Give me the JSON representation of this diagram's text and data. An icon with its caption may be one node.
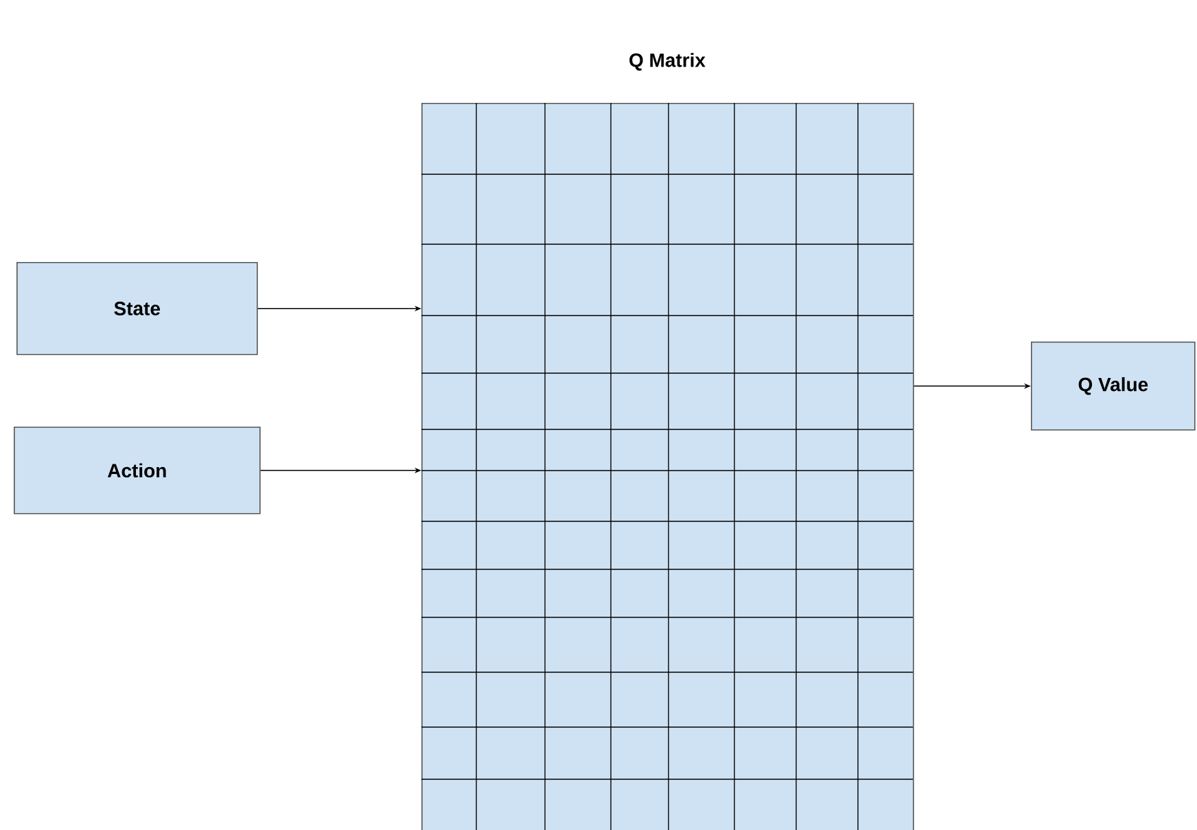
{
  "diagram": {
    "nodes": [
      {
        "text": [
          "Q Matrix"
        ]
      },
      {
        "text": [
          "State"
        ]
      },
      {
        "text": [
          "Action"
        ]
      },
      {
        "text": [
          "Q Value"
        ]
      }
    ],
    "edges": [
      {
        "from": 1,
        "to": 0,
        "arrow": "to"
      },
      {
        "from": 2,
        "to": 0,
        "arrow": "to"
      },
      {
        "from": 0,
        "to": 3,
        "arrow": "to"
      }
    ]
  }
}
